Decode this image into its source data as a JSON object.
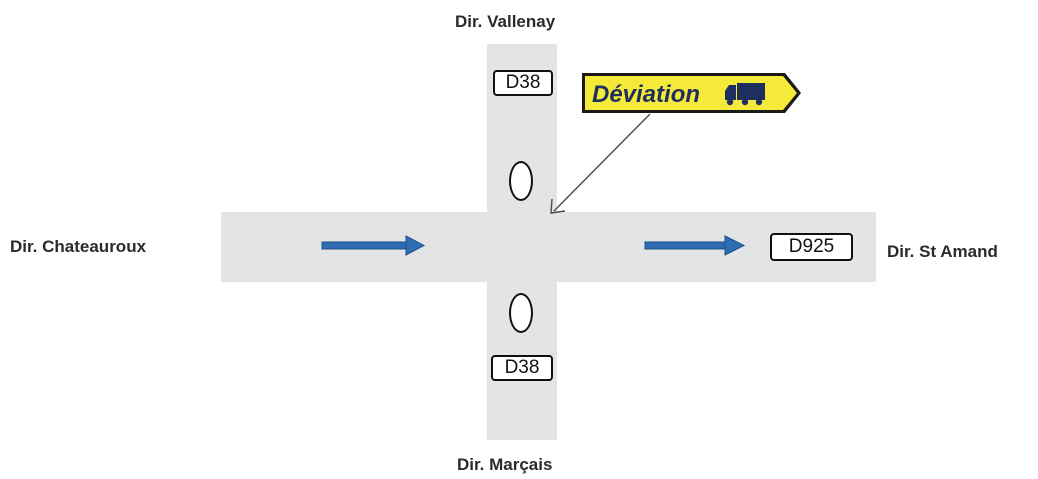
{
  "directions": {
    "north": "Dir. Vallenay",
    "south": "Dir. Marçais",
    "west": "Dir. Chateauroux",
    "east": "Dir. St Amand"
  },
  "road_signs": {
    "north": "D38",
    "south": "D38",
    "east": "D925"
  },
  "deviation_sign": {
    "label": "Déviation",
    "icon": "truck-icon",
    "background_color": "#f5e93a",
    "text_color": "#1e2f5e"
  },
  "colors": {
    "road": "#e3e4e6",
    "arrow": "#2f6db3"
  }
}
